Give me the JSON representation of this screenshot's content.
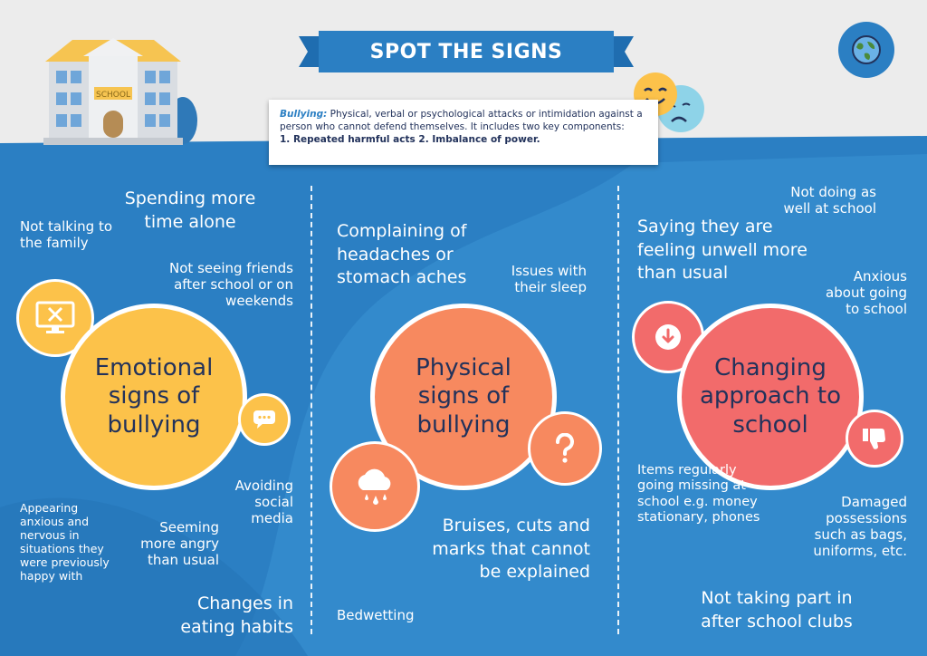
{
  "header": {
    "title": "SPOT THE SIGNS",
    "school_sign": "SCHOOL",
    "definition": {
      "term": "Bullying:",
      "text": "Physical, verbal or psychological attacks or intimidation against a person who cannot defend themselves. It includes two key components:",
      "components": "1. Repeated harmful acts 2. Imbalance of power."
    }
  },
  "icons": [
    "globe-icon",
    "school-building-icon",
    "smiley-face-icon",
    "sad-face-icon",
    "monitor-x-icon",
    "speech-bubble-icon",
    "rain-cloud-icon",
    "question-mark-icon",
    "download-arrow-icon",
    "thumbs-down-icon"
  ],
  "colors": {
    "background": "#2b7fc3",
    "band": "#ececec",
    "emotional": "#fcc24a",
    "physical": "#f7895f",
    "school": "#f26b6b",
    "navy": "#22325b"
  },
  "emotional": {
    "title": "Emotional signs of bullying",
    "signs": [
      "Not talking to the family",
      "Spending more time alone",
      "Not seeing friends after school or on weekends",
      "Avoiding social media",
      "Appearing anxious and nervous in situations they were previously happy with",
      "Seeming more angry than usual",
      "Changes in eating habits"
    ]
  },
  "physical": {
    "title": "Physical signs of bullying",
    "signs": [
      "Complaining of headaches or stomach aches",
      "Issues with their sleep",
      "Bruises, cuts and marks that cannot be explained",
      "Bedwetting"
    ]
  },
  "school": {
    "title": "Changing approach to school",
    "signs": [
      "Not doing as well at school",
      "Saying they are feeling unwell more than usual",
      "Anxious about going to school",
      "Items regularly going missing at school e.g. money stationary, phones",
      "Damaged possessions such as bags, uniforms, etc.",
      "Not taking part in after school clubs"
    ]
  }
}
